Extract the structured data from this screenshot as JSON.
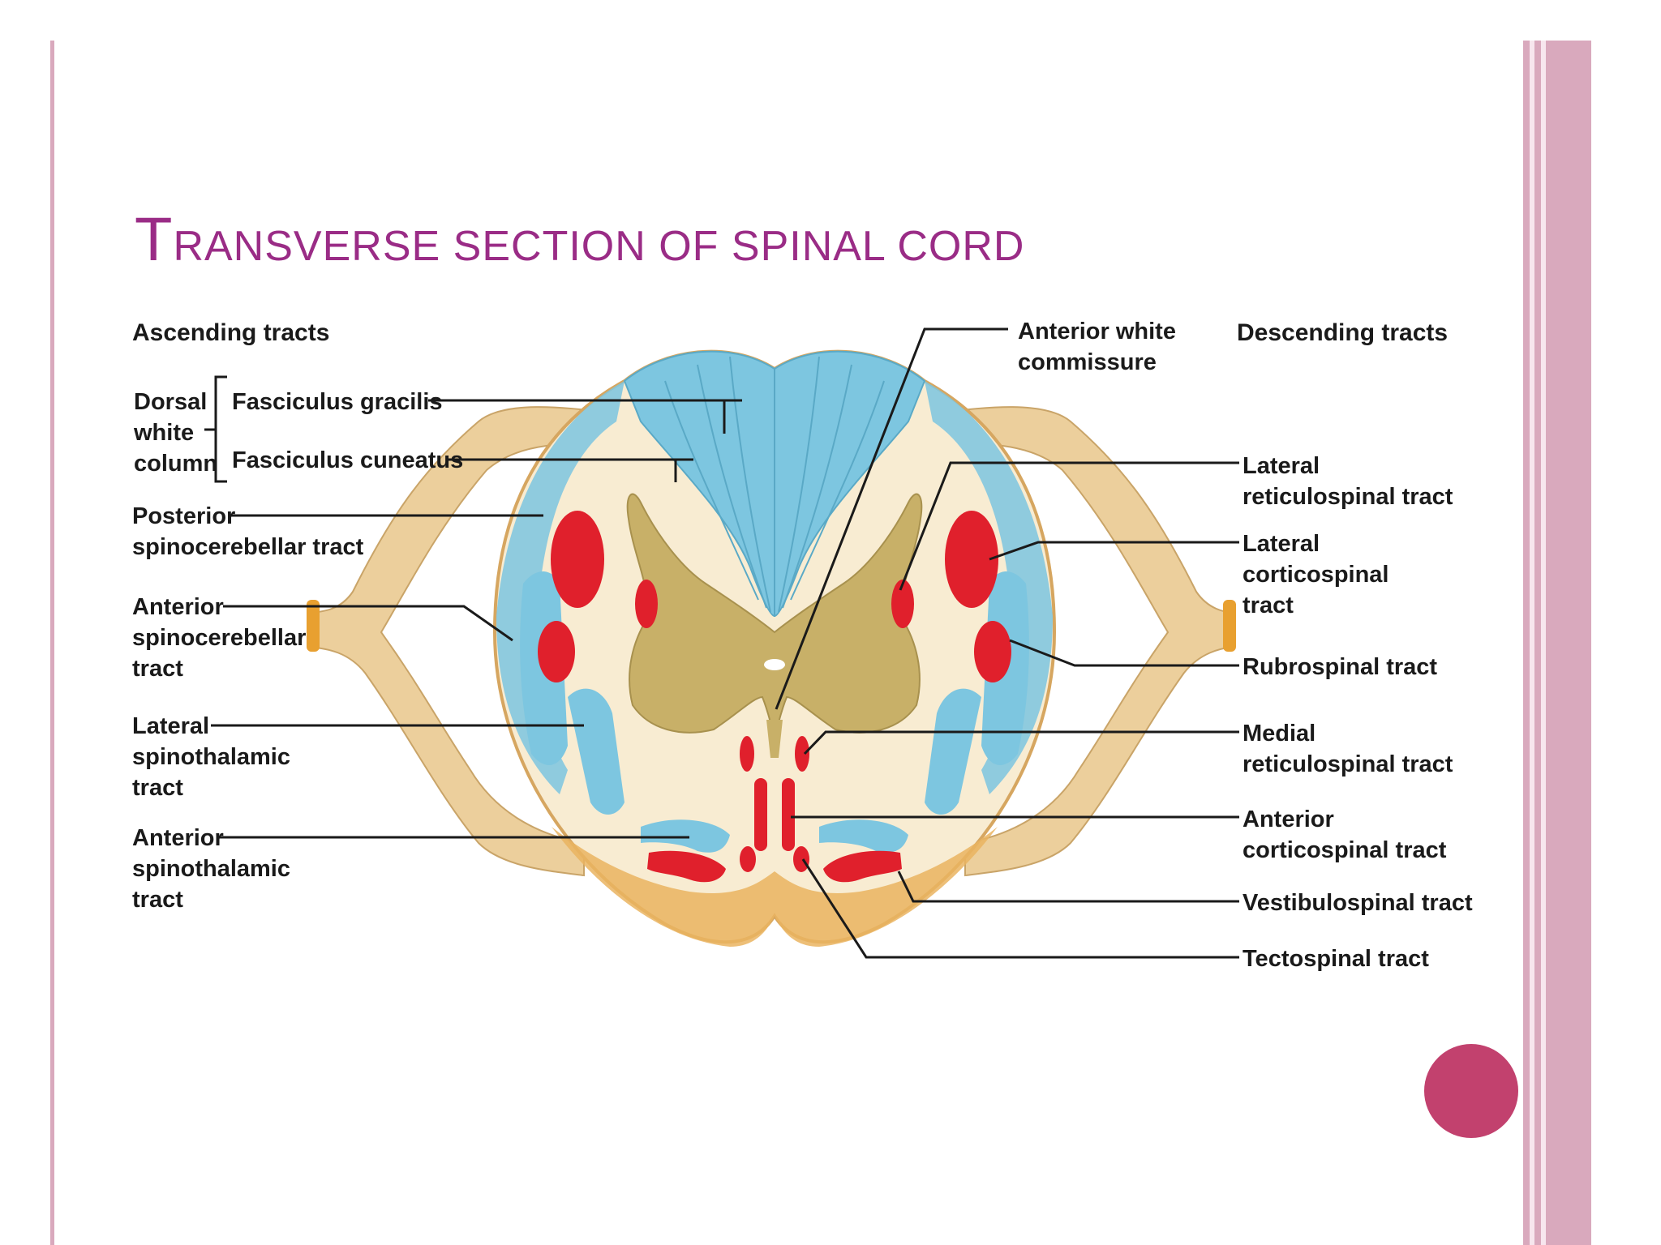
{
  "slide": {
    "title_first_letter": "T",
    "title_rest": "RANSVERSE SECTION OF SPINAL CORD",
    "colors": {
      "title": "#9a2c86",
      "border": "#d9a9bd",
      "dot": "#c2416e"
    }
  },
  "diagram": {
    "headers": {
      "left": "Ascending tracts",
      "right": "Descending tracts"
    },
    "left_labels": {
      "dorsal_group": [
        "Dorsal",
        "white",
        "column"
      ],
      "fasciculus_gracilis": "Fasciculus gracilis",
      "fasciculus_cuneatus": "Fasciculus cuneatus",
      "posterior_spinocerebellar": [
        "Posterior",
        "spinocerebellar tract"
      ],
      "anterior_spinocerebellar": [
        "Anterior",
        "spinocerebellar",
        "tract"
      ],
      "lateral_spinothalamic": [
        "Lateral",
        "spinothalamic",
        "tract"
      ],
      "anterior_spinothalamic": [
        "Anterior",
        "spinothalamic",
        "tract"
      ]
    },
    "right_labels": {
      "anterior_white_commissure": [
        "Anterior white",
        "commissure"
      ],
      "lateral_reticulospinal": [
        "Lateral",
        "reticulospinal tract"
      ],
      "lateral_corticospinal": [
        "Lateral",
        "corticospinal",
        "tract"
      ],
      "rubrospinal": "Rubrospinal tract",
      "medial_reticulospinal": [
        "Medial",
        "reticulospinal tract"
      ],
      "anterior_corticospinal": [
        "Anterior",
        "corticospinal tract"
      ],
      "vestibulospinal": "Vestibulospinal tract",
      "tectospinal": "Tectospinal tract"
    },
    "colors": {
      "ascending": "#7dc6e0",
      "descending": "#e0202c",
      "gray_matter": "#c8b068",
      "white_matter": "#f8ecd2",
      "nerve": "#eccf9c"
    }
  }
}
